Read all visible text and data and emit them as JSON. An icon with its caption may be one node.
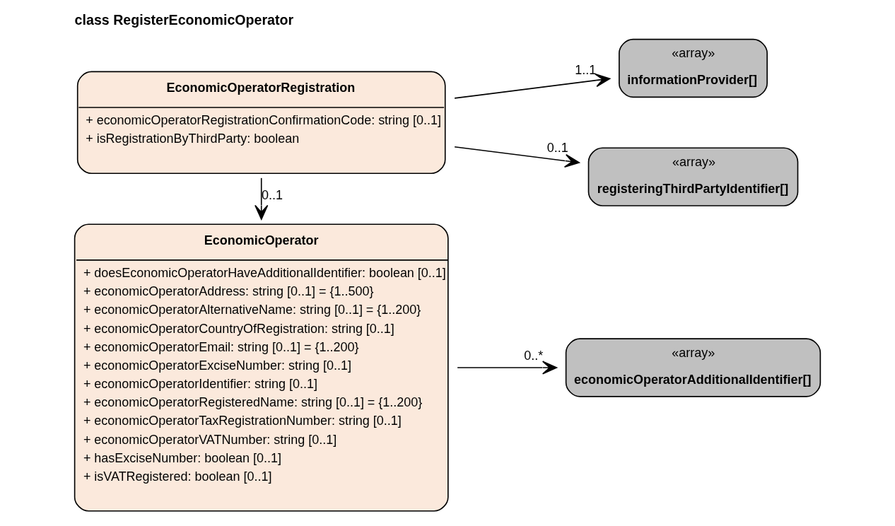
{
  "diagram": {
    "title": "class RegisterEconomicOperator",
    "nodes": [
      {
        "text": [
          "EconomicOperatorRegistration",
          "+ economicOperatorRegistrationConfirmationCode: string [0..1]",
          "+ isRegistrationByThirdParty: boolean"
        ]
      },
      {
        "text": [
          "«array»",
          "informationProvider[]"
        ]
      },
      {
        "text": [
          "«array»",
          "registeringThirdPartyIdentifier[]"
        ]
      },
      {
        "text": [
          "EconomicOperator",
          "+ doesEconomicOperatorHaveAdditionalIdentifier: boolean [0..1]",
          "+ economicOperatorAddress: string [0..1] = {1..500}",
          "+ economicOperatorAlternativeName: string [0..1] = {1..200}",
          "+ economicOperatorCountryOfRegistration: string [0..1]",
          "+ economicOperatorEmail: string [0..1] = {1..200}",
          "+ economicOperatorExciseNumber: string [0..1]",
          "+ economicOperatorIdentifier: string [0..1]",
          "+ economicOperatorRegisteredName: string [0..1] = {1..200}",
          "+ economicOperatorTaxRegistrationNumber: string [0..1]",
          "+ economicOperatorVATNumber: string [0..1]",
          "+ hasExciseNumber: boolean [0..1]",
          "+ isVATRegistered: boolean [0..1]"
        ]
      },
      {
        "text": [
          "«array»",
          "economicOperatorAdditionalIdentifier[]"
        ]
      }
    ],
    "edges": [
      {
        "from": 0,
        "to": 1,
        "arrow": "to",
        "label": "1..1"
      },
      {
        "from": 0,
        "to": 2,
        "arrow": "to",
        "label": "0..1"
      },
      {
        "from": 0,
        "to": 3,
        "arrow": "to",
        "label": "0..1"
      },
      {
        "from": 3,
        "to": 4,
        "arrow": "to",
        "label": "0..*"
      }
    ]
  }
}
